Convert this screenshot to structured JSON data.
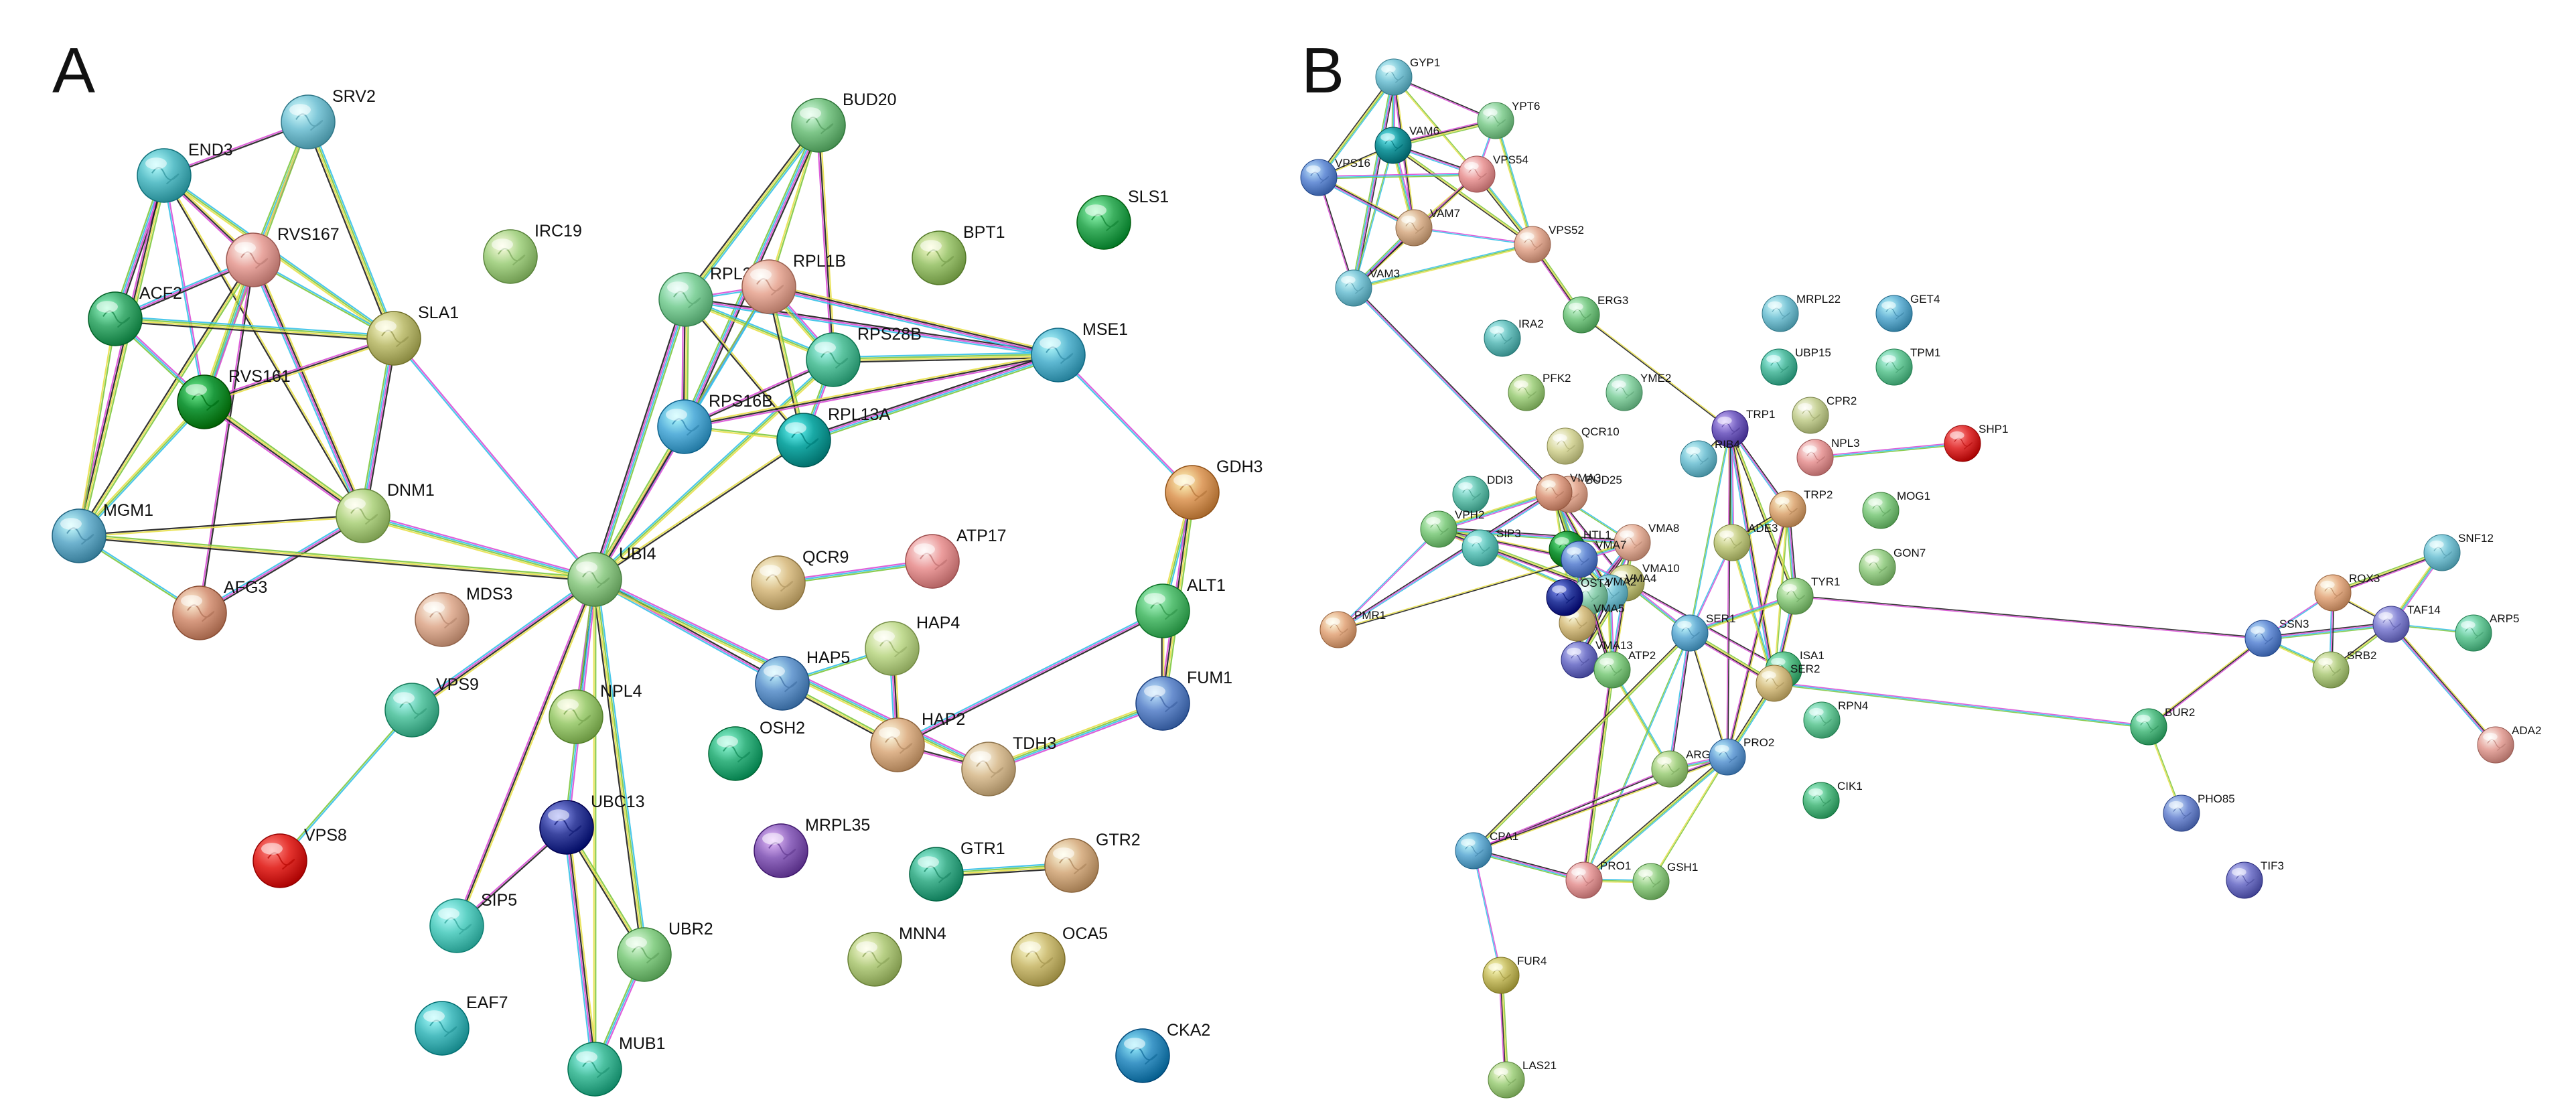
{
  "panels": [
    {
      "letter": "A",
      "nodes": [
        {
          "id": "SRV2",
          "color": "#7fc7d8"
        },
        {
          "id": "END3",
          "color": "#5ec0c9"
        },
        {
          "id": "RVS167",
          "color": "#e9a7a0"
        },
        {
          "id": "IRC19",
          "color": "#a9d48a"
        },
        {
          "id": "ACF2",
          "color": "#46b075"
        },
        {
          "id": "SLA1",
          "color": "#c2c27a"
        },
        {
          "id": "RVS161",
          "color": "#1e9a3e"
        },
        {
          "id": "DNM1",
          "color": "#b5d68a"
        },
        {
          "id": "MGM1",
          "color": "#6fb3cf"
        },
        {
          "id": "AFG3",
          "color": "#d99c82"
        },
        {
          "id": "MDS3",
          "color": "#e2b39a"
        },
        {
          "id": "VPS9",
          "color": "#62c9a8"
        },
        {
          "id": "VPS8",
          "color": "#e4332e"
        },
        {
          "id": "SIP5",
          "color": "#5fd1c5"
        },
        {
          "id": "EAF7",
          "color": "#4fbfc2"
        },
        {
          "id": "UBI4",
          "color": "#97cf8f"
        },
        {
          "id": "NPL4",
          "color": "#a3cf7a"
        },
        {
          "id": "UBC13",
          "color": "#3c46a0"
        },
        {
          "id": "UBR2",
          "color": "#8bd08a"
        },
        {
          "id": "MUB1",
          "color": "#4cc0a0"
        },
        {
          "id": "BUD20",
          "color": "#7fc78a"
        },
        {
          "id": "RPL37A",
          "color": "#86d39f"
        },
        {
          "id": "RPL1B",
          "color": "#eab09f"
        },
        {
          "id": "RPS28B",
          "color": "#5cc4a0"
        },
        {
          "id": "RPS16B",
          "color": "#5cb2dc"
        },
        {
          "id": "RPL13A",
          "color": "#1aa9a5"
        },
        {
          "id": "BPT1",
          "color": "#a3c978"
        },
        {
          "id": "SLS1",
          "color": "#3db060"
        },
        {
          "id": "MSE1",
          "color": "#5eb8d2"
        },
        {
          "id": "GDH3",
          "color": "#e0a166"
        },
        {
          "id": "QCR9",
          "color": "#dcc28d"
        },
        {
          "id": "ATP17",
          "color": "#eb9c9c"
        },
        {
          "id": "ALT1",
          "color": "#5cc277"
        },
        {
          "id": "HAP4",
          "color": "#c3dc94"
        },
        {
          "id": "HAP5",
          "color": "#6e9ed2"
        },
        {
          "id": "FUM1",
          "color": "#6a8fcf"
        },
        {
          "id": "HAP2",
          "color": "#dfb58d"
        },
        {
          "id": "OSH2",
          "color": "#3db785"
        },
        {
          "id": "TDH3",
          "color": "#dcc29a"
        },
        {
          "id": "MRPL35",
          "color": "#9068be"
        },
        {
          "id": "GTR1",
          "color": "#48b492"
        },
        {
          "id": "GTR2",
          "color": "#d9b38a"
        },
        {
          "id": "MNN4",
          "color": "#b7cf85"
        },
        {
          "id": "OCA5",
          "color": "#cfc07a"
        },
        {
          "id": "CKA2",
          "color": "#3f97c7"
        }
      ],
      "edges": [
        [
          "SRV2",
          "END3"
        ],
        [
          "SRV2",
          "RVS167"
        ],
        [
          "SRV2",
          "SLA1"
        ],
        [
          "SRV2",
          "RVS161"
        ],
        [
          "END3",
          "RVS167"
        ],
        [
          "END3",
          "ACF2"
        ],
        [
          "END3",
          "RVS161"
        ],
        [
          "END3",
          "SLA1"
        ],
        [
          "END3",
          "MGM1"
        ],
        [
          "END3",
          "DNM1"
        ],
        [
          "RVS167",
          "ACF2"
        ],
        [
          "RVS167",
          "RVS161"
        ],
        [
          "RVS167",
          "SLA1"
        ],
        [
          "RVS167",
          "MGM1"
        ],
        [
          "RVS167",
          "DNM1"
        ],
        [
          "RVS167",
          "AFG3"
        ],
        [
          "ACF2",
          "RVS161"
        ],
        [
          "ACF2",
          "SLA1"
        ],
        [
          "ACF2",
          "MGM1"
        ],
        [
          "SLA1",
          "RVS161"
        ],
        [
          "SLA1",
          "DNM1"
        ],
        [
          "SLA1",
          "UBI4"
        ],
        [
          "RVS161",
          "MGM1"
        ],
        [
          "RVS161",
          "DNM1"
        ],
        [
          "DNM1",
          "MGM1"
        ],
        [
          "DNM1",
          "AFG3"
        ],
        [
          "DNM1",
          "UBI4"
        ],
        [
          "MGM1",
          "AFG3"
        ],
        [
          "MGM1",
          "UBI4"
        ],
        [
          "UBI4",
          "VPS9"
        ],
        [
          "UBI4",
          "NPL4"
        ],
        [
          "UBI4",
          "UBC13"
        ],
        [
          "UBI4",
          "UBR2"
        ],
        [
          "UBI4",
          "MUB1"
        ],
        [
          "UBI4",
          "SIP5"
        ],
        [
          "UBI4",
          "RPL37A"
        ],
        [
          "UBI4",
          "RPL1B"
        ],
        [
          "UBI4",
          "RPS28B"
        ],
        [
          "UBI4",
          "RPS16B"
        ],
        [
          "UBI4",
          "RPL13A"
        ],
        [
          "UBI4",
          "HAP5"
        ],
        [
          "UBI4",
          "TDH3"
        ],
        [
          "VPS9",
          "VPS8"
        ],
        [
          "UBC13",
          "UBR2"
        ],
        [
          "UBC13",
          "MUB1"
        ],
        [
          "UBC13",
          "SIP5"
        ],
        [
          "UBR2",
          "MUB1"
        ],
        [
          "BUD20",
          "RPL37A"
        ],
        [
          "BUD20",
          "RPL1B"
        ],
        [
          "BUD20",
          "RPS28B"
        ],
        [
          "BUD20",
          "RPS16B"
        ],
        [
          "RPL37A",
          "RPL1B"
        ],
        [
          "RPL37A",
          "RPS28B"
        ],
        [
          "RPL37A",
          "RPS16B"
        ],
        [
          "RPL37A",
          "RPL13A"
        ],
        [
          "RPL37A",
          "MSE1"
        ],
        [
          "RPL1B",
          "RPS28B"
        ],
        [
          "RPL1B",
          "RPS16B"
        ],
        [
          "RPL1B",
          "RPL13A"
        ],
        [
          "RPL1B",
          "MSE1"
        ],
        [
          "RPS28B",
          "RPS16B"
        ],
        [
          "RPS28B",
          "RPL13A"
        ],
        [
          "RPS28B",
          "MSE1"
        ],
        [
          "RPS16B",
          "RPL13A"
        ],
        [
          "RPS16B",
          "MSE1"
        ],
        [
          "RPL13A",
          "MSE1"
        ],
        [
          "MSE1",
          "GDH3"
        ],
        [
          "GDH3",
          "ALT1"
        ],
        [
          "GDH3",
          "FUM1"
        ],
        [
          "ALT1",
          "FUM1"
        ],
        [
          "ALT1",
          "HAP2"
        ],
        [
          "FUM1",
          "TDH3"
        ],
        [
          "HAP5",
          "HAP4"
        ],
        [
          "HAP5",
          "HAP2"
        ],
        [
          "HAP4",
          "HAP2"
        ],
        [
          "HAP2",
          "TDH3"
        ],
        [
          "QCR9",
          "ATP17"
        ],
        [
          "GTR1",
          "GTR2"
        ]
      ]
    },
    {
      "letter": "B",
      "nodes": [
        {
          "id": "GYP1",
          "color": "#7fc7d8"
        },
        {
          "id": "YPT6",
          "color": "#8fd39c"
        },
        {
          "id": "VAM6",
          "color": "#1f9aa0"
        },
        {
          "id": "VPS16",
          "color": "#6d93d8"
        },
        {
          "id": "VPS54",
          "color": "#eca0a0"
        },
        {
          "id": "VAM7",
          "color": "#dcb694"
        },
        {
          "id": "VPS52",
          "color": "#e6b09a"
        },
        {
          "id": "VAM3",
          "color": "#7fc7d8"
        },
        {
          "id": "ERG3",
          "color": "#7fcb8a"
        },
        {
          "id": "IRA2",
          "color": "#6ec2c0"
        },
        {
          "id": "PFK2",
          "color": "#a9d48a"
        },
        {
          "id": "YME2",
          "color": "#8fd5a8"
        },
        {
          "id": "MRPL22",
          "color": "#7fc7d8"
        },
        {
          "id": "GET4",
          "color": "#6ab4d6"
        },
        {
          "id": "UBP15",
          "color": "#5cc0a6"
        },
        {
          "id": "TPM1",
          "color": "#6fcc9e"
        },
        {
          "id": "QCR10",
          "color": "#d9d9a0"
        },
        {
          "id": "CPR2",
          "color": "#c9d39a"
        },
        {
          "id": "TRP1",
          "color": "#7a66c4"
        },
        {
          "id": "SHP1",
          "color": "#e23a3a"
        },
        {
          "id": "BUD25",
          "color": "#e8b29c"
        },
        {
          "id": "RIB4",
          "color": "#7fc7d8"
        },
        {
          "id": "NPL3",
          "color": "#eaa0a0"
        },
        {
          "id": "DDI3",
          "color": "#6ec7b4"
        },
        {
          "id": "TRP2",
          "color": "#e0b082"
        },
        {
          "id": "MOG1",
          "color": "#8bcf8a"
        },
        {
          "id": "SIP3",
          "color": "#6cc9c0"
        },
        {
          "id": "ADE3",
          "color": "#c7cf8a"
        },
        {
          "id": "HTL1",
          "color": "#1f9a3e"
        },
        {
          "id": "GON7",
          "color": "#9ed28f"
        },
        {
          "id": "VMA3",
          "color": "#e0a28a"
        },
        {
          "id": "VPH2",
          "color": "#8bd08a"
        },
        {
          "id": "VMA8",
          "color": "#e8b5a0"
        },
        {
          "id": "VMA7",
          "color": "#6d8fd6"
        },
        {
          "id": "VMA10",
          "color": "#c9c985"
        },
        {
          "id": "VMA4",
          "color": "#7fc7d8"
        },
        {
          "id": "VMA2",
          "color": "#8fd0b0"
        },
        {
          "id": "VMA5",
          "color": "#d9c38a"
        },
        {
          "id": "VMA13",
          "color": "#7a7ccc"
        },
        {
          "id": "PMR1",
          "color": "#e6b08a"
        },
        {
          "id": "OST4",
          "color": "#2f3f9f"
        },
        {
          "id": "ATP2",
          "color": "#8bd08a"
        },
        {
          "id": "ISA1",
          "color": "#5cc08a"
        },
        {
          "id": "SER1",
          "color": "#6fb3d8"
        },
        {
          "id": "TYR1",
          "color": "#97d08a"
        },
        {
          "id": "SNF12",
          "color": "#7fc7d8"
        },
        {
          "id": "ROX3",
          "color": "#e6b08a"
        },
        {
          "id": "SSN3",
          "color": "#6d93d8"
        },
        {
          "id": "TAF14",
          "color": "#8a8ad6"
        },
        {
          "id": "ARP5",
          "color": "#6fcc9e"
        },
        {
          "id": "SRB2",
          "color": "#b7d08a"
        },
        {
          "id": "SER2",
          "color": "#d9c38a"
        },
        {
          "id": "RPN4",
          "color": "#6fcc9e"
        },
        {
          "id": "BUR2",
          "color": "#5cc08a"
        },
        {
          "id": "ADA2",
          "color": "#e6a8a0"
        },
        {
          "id": "ARG2",
          "color": "#a9d48a"
        },
        {
          "id": "PRO2",
          "color": "#6fa3d8"
        },
        {
          "id": "CIK1",
          "color": "#5cc08a"
        },
        {
          "id": "PHO85",
          "color": "#7a92d6"
        },
        {
          "id": "CPA1",
          "color": "#6fb3d8"
        },
        {
          "id": "PRO1",
          "color": "#e8a0a0"
        },
        {
          "id": "GSH1",
          "color": "#97d08a"
        },
        {
          "id": "TIF3",
          "color": "#7a7ccc"
        },
        {
          "id": "FUR4",
          "color": "#c9c06a"
        },
        {
          "id": "LAS21",
          "color": "#a9d48a"
        }
      ],
      "edges": [
        [
          "GYP1",
          "YPT6"
        ],
        [
          "GYP1",
          "VAM6"
        ],
        [
          "GYP1",
          "VPS16"
        ],
        [
          "GYP1",
          "VPS54"
        ],
        [
          "GYP1",
          "VAM7"
        ],
        [
          "GYP1",
          "VAM3"
        ],
        [
          "YPT6",
          "VPS54"
        ],
        [
          "YPT6",
          "VPS52"
        ],
        [
          "YPT6",
          "VAM6"
        ],
        [
          "VAM6",
          "VPS16"
        ],
        [
          "VAM6",
          "VPS54"
        ],
        [
          "VAM6",
          "VAM7"
        ],
        [
          "VAM6",
          "VAM3"
        ],
        [
          "VAM6",
          "VPS52"
        ],
        [
          "VPS16",
          "VAM7"
        ],
        [
          "VPS16",
          "VAM3"
        ],
        [
          "VPS16",
          "VPS54"
        ],
        [
          "VPS54",
          "VPS52"
        ],
        [
          "VPS54",
          "VAM7"
        ],
        [
          "VPS54",
          "VAM3"
        ],
        [
          "VAM7",
          "VAM3"
        ],
        [
          "VAM7",
          "VPS52"
        ],
        [
          "VAM3",
          "VPS52"
        ],
        [
          "VPS52",
          "ERG3"
        ],
        [
          "ERG3",
          "TRP1"
        ],
        [
          "VAM3",
          "VMA3"
        ],
        [
          "VMA3",
          "VPH2"
        ],
        [
          "VMA3",
          "VMA8"
        ],
        [
          "VMA3",
          "VMA7"
        ],
        [
          "VMA3",
          "VMA4"
        ],
        [
          "VMA3",
          "VMA10"
        ],
        [
          "VMA3",
          "VMA2"
        ],
        [
          "VMA3",
          "ATP2"
        ],
        [
          "VMA3",
          "VMA13"
        ],
        [
          "VPH2",
          "VMA7"
        ],
        [
          "VPH2",
          "VMA8"
        ],
        [
          "VPH2",
          "PMR1"
        ],
        [
          "VPH2",
          "VMA2"
        ],
        [
          "VPH2",
          "VMA4"
        ],
        [
          "PMR1",
          "VMA7"
        ],
        [
          "PMR1",
          "VMA3"
        ],
        [
          "VMA8",
          "VMA7"
        ],
        [
          "VMA8",
          "VMA4"
        ],
        [
          "VMA8",
          "VMA10"
        ],
        [
          "VMA8",
          "VMA2"
        ],
        [
          "VMA8",
          "VMA5"
        ],
        [
          "VMA8",
          "VMA13"
        ],
        [
          "VMA7",
          "VMA4"
        ],
        [
          "VMA7",
          "VMA2"
        ],
        [
          "VMA7",
          "VMA5"
        ],
        [
          "VMA7",
          "VMA13"
        ],
        [
          "VMA7",
          "VMA10"
        ],
        [
          "VMA4",
          "VMA10"
        ],
        [
          "VMA4",
          "VMA2"
        ],
        [
          "VMA4",
          "VMA5"
        ],
        [
          "VMA4",
          "VMA13"
        ],
        [
          "VMA4",
          "ATP2"
        ],
        [
          "VMA10",
          "VMA2"
        ],
        [
          "VMA10",
          "VMA13"
        ],
        [
          "VMA10",
          "ATP2"
        ],
        [
          "VMA10",
          "ISA1"
        ],
        [
          "VMA10",
          "SER1"
        ],
        [
          "VMA2",
          "VMA5"
        ],
        [
          "VMA2",
          "VMA13"
        ],
        [
          "VMA2",
          "ATP2"
        ],
        [
          "VMA5",
          "VMA13"
        ],
        [
          "VMA13",
          "ATP2"
        ],
        [
          "ATP2",
          "ARG2"
        ],
        [
          "ATP2",
          "PRO1"
        ],
        [
          "TRP1",
          "RIB4"
        ],
        [
          "TRP1",
          "TRP2"
        ],
        [
          "TRP1",
          "ADE3"
        ],
        [
          "TRP1",
          "SER1"
        ],
        [
          "TRP1",
          "TYR1"
        ],
        [
          "TRP1",
          "SER2"
        ],
        [
          "TRP1",
          "PRO2"
        ],
        [
          "NPL3",
          "SHP1"
        ],
        [
          "TRP2",
          "ADE3"
        ],
        [
          "TRP2",
          "SER2"
        ],
        [
          "TRP2",
          "PRO2"
        ],
        [
          "TRP2",
          "TYR1"
        ],
        [
          "ADE3",
          "SER1"
        ],
        [
          "ADE3",
          "SER2"
        ],
        [
          "SER1",
          "SER2"
        ],
        [
          "SER1",
          "PRO2"
        ],
        [
          "SER1",
          "ARG2"
        ],
        [
          "SER1",
          "TYR1"
        ],
        [
          "SER1",
          "PRO1"
        ],
        [
          "SER1",
          "CPA1"
        ],
        [
          "TYR1",
          "SER2"
        ],
        [
          "TYR1",
          "SSN3"
        ],
        [
          "SER2",
          "BUR2"
        ],
        [
          "SER2",
          "PRO2"
        ],
        [
          "BUR2",
          "PHO85"
        ],
        [
          "BUR2",
          "SSN3"
        ],
        [
          "SSN3",
          "TAF14"
        ],
        [
          "SSN3",
          "ROX3"
        ],
        [
          "SSN3",
          "SRB2"
        ],
        [
          "ROX3",
          "SNF12"
        ],
        [
          "ROX3",
          "TAF14"
        ],
        [
          "ROX3",
          "SRB2"
        ],
        [
          "SNF12",
          "TAF14"
        ],
        [
          "TAF14",
          "ARP5"
        ],
        [
          "TAF14",
          "SRB2"
        ],
        [
          "TAF14",
          "ADA2"
        ],
        [
          "ARG2",
          "CPA1"
        ],
        [
          "ARG2",
          "PRO2"
        ],
        [
          "PRO2",
          "PRO1"
        ],
        [
          "PRO2",
          "GSH1"
        ],
        [
          "PRO2",
          "CPA1"
        ],
        [
          "CPA1",
          "PRO1"
        ],
        [
          "CPA1",
          "FUR4"
        ],
        [
          "PRO1",
          "GSH1"
        ],
        [
          "FUR4",
          "LAS21"
        ]
      ]
    }
  ]
}
